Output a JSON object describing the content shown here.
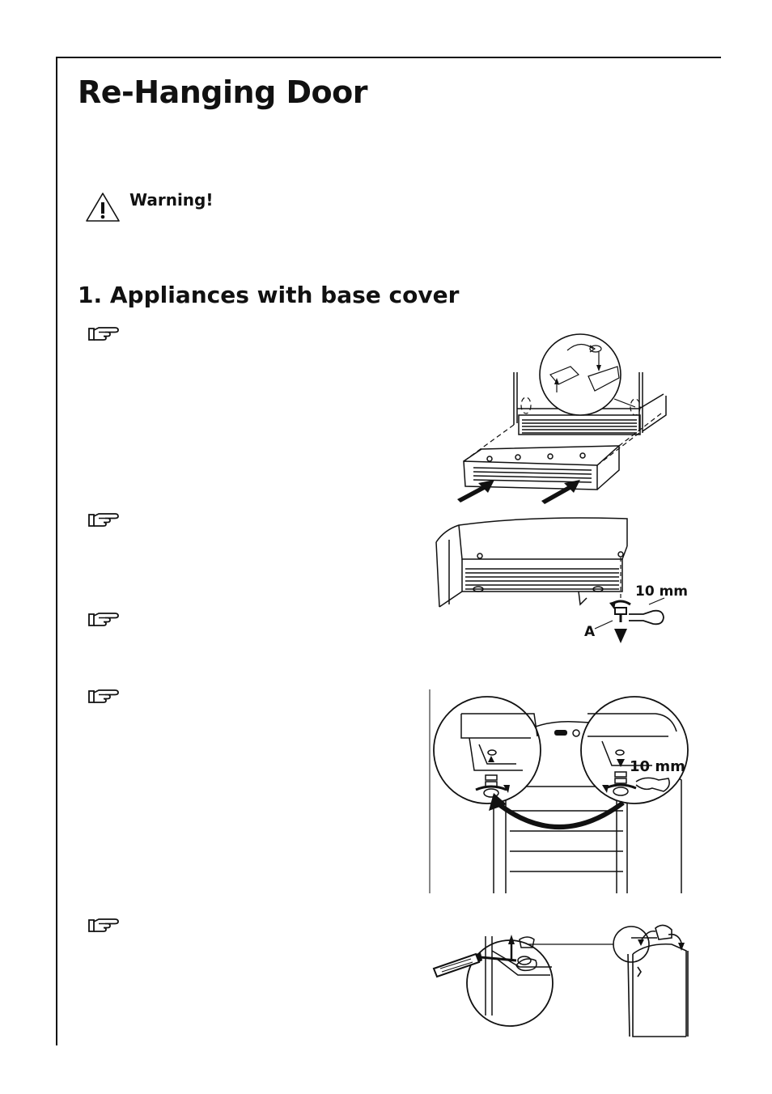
{
  "page": {
    "title": "Re-Hanging Door",
    "warning_label": "Warning!",
    "section_heading": "1. Appliances with base cover"
  },
  "figures": {
    "wrench_size_1": "10 mm",
    "label_a": "A",
    "wrench_size_2": "10 mm"
  },
  "icons": {
    "warning": "warning-triangle-icon",
    "pointer": "pointing-hand-icon"
  }
}
